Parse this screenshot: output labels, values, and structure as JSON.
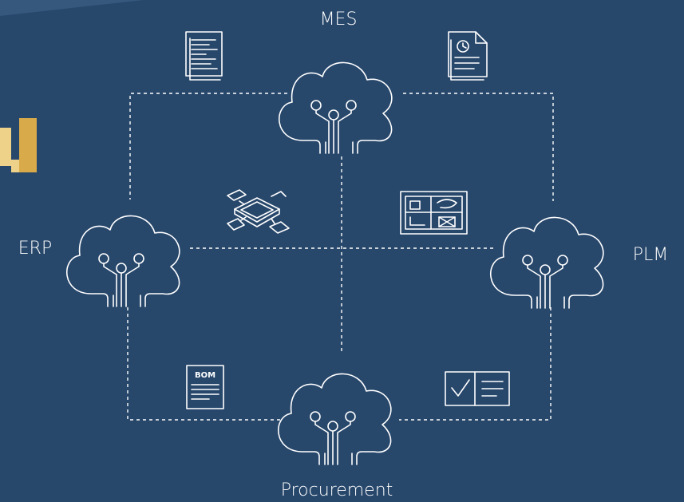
{
  "colors": {
    "background": "#27476b",
    "line": "#ffffff",
    "gold": "#d9aa4a",
    "gold_light": "#efd28a",
    "edge_top": "#36587c"
  },
  "nodes": {
    "mes": {
      "label": "MES"
    },
    "erp": {
      "label": "ERP"
    },
    "plm": {
      "label": "PLM"
    },
    "procurement": {
      "label": "Procurement"
    }
  },
  "icons": {
    "bom_text": "BOM",
    "list": [
      "document-icon",
      "spec-sheet-icon",
      "chip-package-icon",
      "cad-drawing-icon",
      "bom-document-icon",
      "checklist-icon"
    ]
  }
}
